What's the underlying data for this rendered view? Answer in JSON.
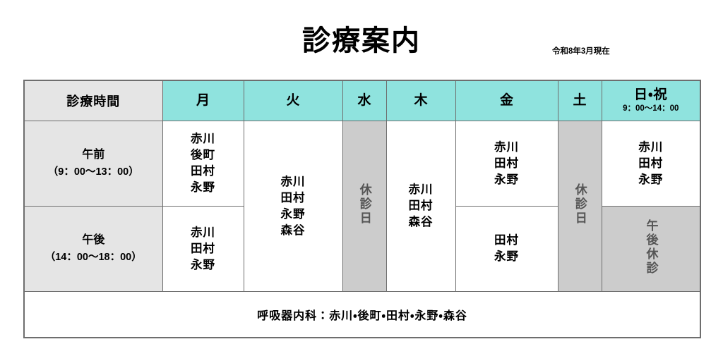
{
  "title": "診療案内",
  "as_of_note": "令和8年3月現在",
  "colors": {
    "header_day_bg": "#8FE3DE",
    "header_time_bg": "#E5E5E5",
    "closed_bg": "#CCCCCC",
    "closed_text": "#555555",
    "border": "#6E6E6E",
    "note_text": "#3A3A3A"
  },
  "table": {
    "header": {
      "time_label": "診療時間",
      "days": [
        {
          "main": "月",
          "sub": ""
        },
        {
          "main": "火",
          "sub": ""
        },
        {
          "main": "水",
          "sub": ""
        },
        {
          "main": "木",
          "sub": ""
        },
        {
          "main": "金",
          "sub": ""
        },
        {
          "main": "土",
          "sub": ""
        },
        {
          "main": "日・祝",
          "sub": "9：00〜14：00"
        }
      ]
    },
    "rows": [
      {
        "period_label": "午前",
        "period_range": "（9：00〜13：00）",
        "cells": {
          "mon": [
            "赤川",
            "後町",
            "田村",
            "永野"
          ],
          "tue_merged": [
            "赤川",
            "田村",
            "永野",
            "森谷"
          ],
          "wed_closed": "休診日",
          "thu_merged": [
            "赤川",
            "田村",
            "森谷"
          ],
          "fri": [
            "赤川",
            "田村",
            "永野"
          ],
          "sat_closed": "休診日",
          "sun": [
            "赤川",
            "田村",
            "永野"
          ]
        }
      },
      {
        "period_label": "午後",
        "period_range": "（14：00〜18：00）",
        "cells": {
          "mon": [
            "赤川",
            "田村",
            "永野"
          ],
          "fri": [
            "田村",
            "永野"
          ],
          "sun_closed": "午後休診"
        }
      }
    ],
    "note": "呼吸器内科：赤川・後町・田村・永野・森谷"
  }
}
